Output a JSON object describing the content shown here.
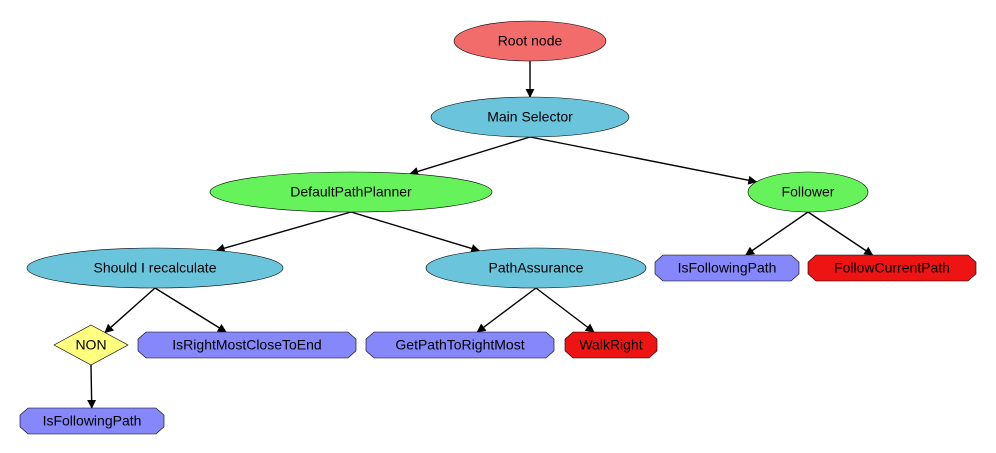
{
  "diagram": {
    "colors": {
      "root": "#f26c6c",
      "selector": "#6ac5dc",
      "sequence": "#66f25a",
      "condition": "#8787fc",
      "action": "#ee1414",
      "decorator": "#ffff80"
    },
    "nodes": [
      {
        "id": "root",
        "label": "Root node",
        "shape": "ellipse",
        "color_key": "root"
      },
      {
        "id": "main-selector",
        "label": "Main Selector",
        "shape": "ellipse",
        "color_key": "selector"
      },
      {
        "id": "default-path-planner",
        "label": "DefaultPathPlanner",
        "shape": "ellipse",
        "color_key": "sequence"
      },
      {
        "id": "follower",
        "label": "Follower",
        "shape": "ellipse",
        "color_key": "sequence"
      },
      {
        "id": "should-i-recalculate",
        "label": "Should I recalculate",
        "shape": "ellipse",
        "color_key": "selector"
      },
      {
        "id": "path-assurance",
        "label": "PathAssurance",
        "shape": "ellipse",
        "color_key": "selector"
      },
      {
        "id": "is-following-path-1",
        "label": "IsFollowingPath",
        "shape": "octagon",
        "color_key": "condition"
      },
      {
        "id": "follow-current-path",
        "label": "FollowCurrentPath",
        "shape": "octagon",
        "color_key": "action"
      },
      {
        "id": "non",
        "label": "NON",
        "shape": "diamond",
        "color_key": "decorator"
      },
      {
        "id": "is-right-most-close-to-end",
        "label": "IsRightMostCloseToEnd",
        "shape": "octagon",
        "color_key": "condition"
      },
      {
        "id": "get-path-to-right-most",
        "label": "GetPathToRightMost",
        "shape": "octagon",
        "color_key": "condition"
      },
      {
        "id": "walk-right",
        "label": "WalkRight",
        "shape": "octagon",
        "color_key": "action"
      },
      {
        "id": "is-following-path-2",
        "label": "IsFollowingPath",
        "shape": "octagon",
        "color_key": "condition"
      }
    ],
    "edges": [
      {
        "from": "root",
        "to": "main-selector"
      },
      {
        "from": "main-selector",
        "to": "default-path-planner"
      },
      {
        "from": "main-selector",
        "to": "follower"
      },
      {
        "from": "default-path-planner",
        "to": "should-i-recalculate"
      },
      {
        "from": "default-path-planner",
        "to": "path-assurance"
      },
      {
        "from": "follower",
        "to": "is-following-path-1"
      },
      {
        "from": "follower",
        "to": "follow-current-path"
      },
      {
        "from": "should-i-recalculate",
        "to": "non"
      },
      {
        "from": "should-i-recalculate",
        "to": "is-right-most-close-to-end"
      },
      {
        "from": "path-assurance",
        "to": "get-path-to-right-most"
      },
      {
        "from": "path-assurance",
        "to": "walk-right"
      },
      {
        "from": "non",
        "to": "is-following-path-2"
      }
    ]
  }
}
